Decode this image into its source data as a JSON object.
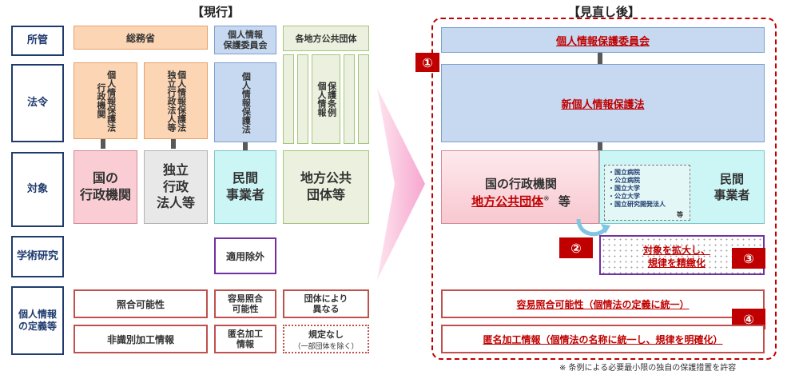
{
  "current": {
    "title": "【現行】",
    "rows": {
      "shokan": "所管",
      "horei": "法令",
      "taisho": "対象",
      "gakujutsu": "学術研究",
      "teigi": "個人情報\nの定義等"
    },
    "shokan": {
      "soumu": "総務省",
      "ppc": "個人情報\n保護委員会",
      "chiho": "各地方公共団体"
    },
    "horei": {
      "gyousei": "個人情報保護法\n行政機関",
      "dokuritsu": "個人情報保護法\n独立行政法人等",
      "kojin": "個人情報保護法",
      "jorei": "保護条例\n個人情報"
    },
    "taisho": {
      "kuni": "国の\n行政機関",
      "dokuritsu": "独立\n行政\n法人等",
      "minkan": "民間\n事業者",
      "chiho": "地方公共\n団体等"
    },
    "gakujutsu": {
      "tekiyo": "適用除外"
    },
    "teigi": {
      "shogo": "照合可能性",
      "yoi": "容易照合\n可能性",
      "dantai": "団体により\n異なる",
      "hishikibetsu": "非識別加工情報",
      "tokumei": "匿名加工\n情報",
      "kitei": "規定なし",
      "kitei_sub": "（一部団体を除く）"
    }
  },
  "revised": {
    "title": "【見直し後】",
    "ppc": "個人情報保護委員会",
    "law": "新個人情報保護法",
    "kuni": "国の行政機関",
    "chiho": "地方公共団体",
    "chiho_mark": "※",
    "nado": "等",
    "list": [
      "・国立病院",
      "・公立病院",
      "・国立大学",
      "・公立大学",
      "・国立研究開発法人"
    ],
    "list_nado": "等",
    "minkan": "民間\n事業者",
    "kakudai": "対象を拡大し、\n規律を精緻化",
    "yoi": "容易照合可能性（個情法の定義に統一）",
    "tokumei": "匿名加工情報（個情法の名称に統一し、規律を明確化）",
    "nums": [
      "①",
      "②",
      "③",
      "④"
    ],
    "footnote": "※ 条例による必要最小限の独自の保護措置を許容"
  },
  "colors": {
    "orange": "#fcd5b5",
    "blue": "#c6d9f1",
    "green": "#ebf1de",
    "accent": "#c00000",
    "navy": "#1f3b6e",
    "pink": "#fde9f1",
    "purple": "#7030a0",
    "cyan": "#ccf5f5"
  }
}
